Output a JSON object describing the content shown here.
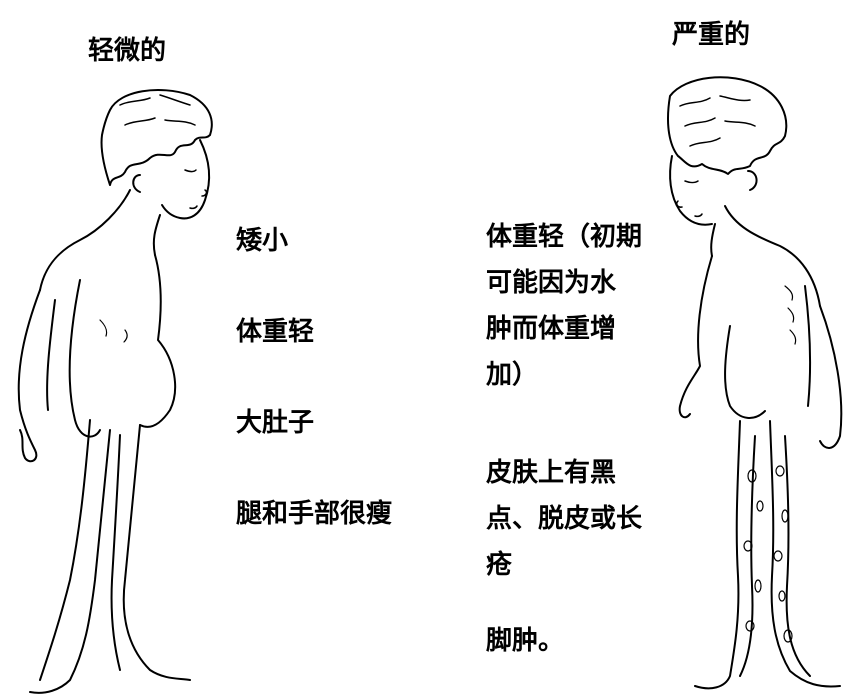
{
  "headings": {
    "mild": "轻微的",
    "severe": "严重的"
  },
  "mild_signs": [
    "矮小",
    "体重轻",
    "大肚子",
    "腿和手部很瘦"
  ],
  "severe_signs": {
    "weight_lines": [
      "体重轻（初期",
      "可能因为水",
      "肿而体重增",
      "加）"
    ],
    "skin_lines": [
      "皮肤上有黑",
      "点、脱皮或长",
      "疮"
    ],
    "feet_lines": [
      "脚肿。"
    ]
  },
  "colors": {
    "ink": "#000000",
    "background": "#ffffff"
  }
}
